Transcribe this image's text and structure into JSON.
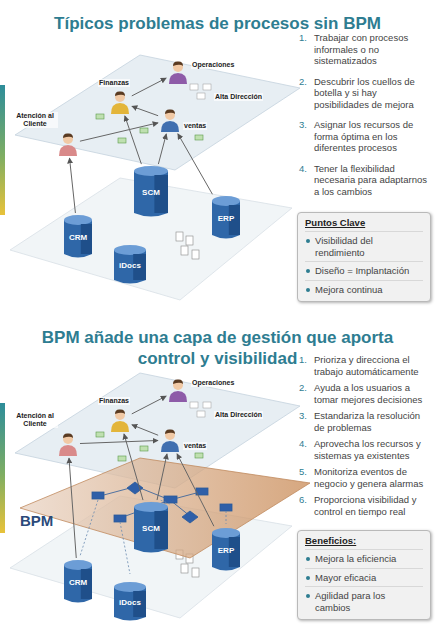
{
  "diagram": {
    "title": "Típicos problemas de procesos sin BPM",
    "nodes": [
      {
        "text": [
          "Operaciones"
        ]
      },
      {
        "text": [
          "Finanzas"
        ]
      },
      {
        "text": [
          "Atención al Cliente"
        ]
      },
      {
        "text": [
          "ventas"
        ]
      },
      {
        "text": [
          "CRM"
        ]
      },
      {
        "text": [
          "SCM"
        ]
      },
      {
        "text": [
          "iDocs"
        ]
      },
      {
        "text": [
          "ERP"
        ]
      },
      {
        "text": [
          "Puntos Clave",
          "Visibilidad del rendimiento",
          "Diseño = Implantación",
          "Mejora continua"
        ]
      },
      {
        "text": [
          "Operaciones"
        ]
      },
      {
        "text": [
          "Finanzas"
        ]
      },
      {
        "text": [
          "Atención al Cliente"
        ]
      },
      {
        "text": [
          "ventas"
        ]
      },
      {
        "text": [
          "CRM"
        ]
      },
      {
        "text": [
          "SCM"
        ]
      },
      {
        "text": [
          "iDocs"
        ]
      },
      {
        "text": [
          "ERP"
        ]
      },
      {
        "text": [
          "Beneficios:",
          "Mejora la eficiencia",
          "Mayor eficacia",
          "Agilidad para los cambios"
        ]
      }
    ],
    "edges": [
      {
        "from": 2,
        "to": 3,
        "arrow": "to"
      },
      {
        "from": 3,
        "to": 1,
        "arrow": "to"
      },
      {
        "from": 1,
        "to": 0,
        "arrow": "to"
      },
      {
        "from": 4,
        "to": 2,
        "arrow": "to"
      },
      {
        "from": 5,
        "to": 1,
        "arrow": "to"
      },
      {
        "from": 5,
        "to": 3,
        "arrow": "to"
      },
      {
        "from": 7,
        "to": 3,
        "arrow": "to"
      },
      {
        "from": 11,
        "to": 12,
        "arrow": "to"
      },
      {
        "from": 12,
        "to": 10,
        "arrow": "to"
      },
      {
        "from": 10,
        "to": 9,
        "arrow": "to"
      },
      {
        "from": 13,
        "to": 11,
        "arrow": "to"
      },
      {
        "from": 14,
        "to": 10,
        "arrow": "to"
      },
      {
        "from": 14,
        "to": 12,
        "arrow": "to"
      },
      {
        "from": 16,
        "to": 12,
        "arrow": "to"
      }
    ],
    "labels": [
      "Alta Dirección",
      "1.",
      "Trabajar con procesos informales o no sistematizados",
      "2.",
      "Descubrir los cuellos de botella y si hay posibilidades de mejora",
      "3.",
      "Asignar los recursos de forma óptima en los diferentes procesos",
      "4.",
      "Tener la flexibilidad necesaria para adaptarnos a los cambios",
      "BPM añade una capa de gestión que aporta control y visibilidad",
      "Alta Dirección",
      "BPM",
      "1.",
      "Prioriza y direcciona el trabajo automáticamente",
      "2.",
      "Ayuda a los usuarios a tomar mejores decisiones",
      "3.",
      "Estandariza la resolución de problemas",
      "4.",
      "Aprovecha los recursos y sistemas ya existentes",
      "5.",
      "Monitoriza eventos de negocio y genera alarmas",
      "6.",
      "Proporciona visibilidad y control en tiempo real"
    ]
  }
}
